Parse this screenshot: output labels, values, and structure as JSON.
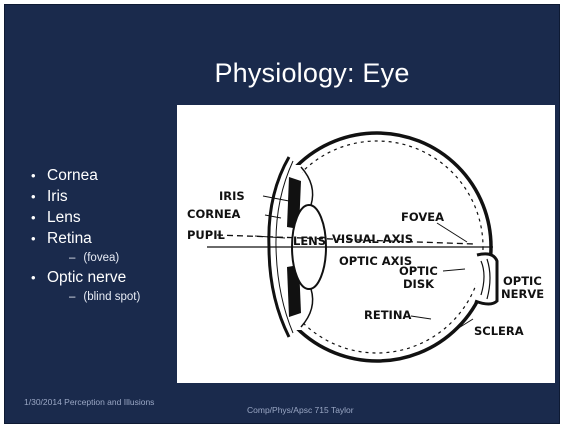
{
  "slide": {
    "title": "Physiology: Eye",
    "bullets": [
      {
        "text": "Cornea",
        "sub": []
      },
      {
        "text": "Iris",
        "sub": []
      },
      {
        "text": "Lens",
        "sub": []
      },
      {
        "text": "Retina",
        "sub": [
          "(fovea)"
        ]
      },
      {
        "text": "Optic nerve",
        "sub": [
          "(blind spot)"
        ]
      }
    ],
    "bullet_glyph": "•",
    "sub_glyph": "–",
    "footer_left": "1/30/2014 Perception and Illusions",
    "footer_center": "Comp/Phys/Apsc  715 Taylor"
  },
  "figure": {
    "labels": {
      "iris": "IRIS",
      "cornea": "CORNEA",
      "pupil": "PUPIL",
      "lens": "LENS",
      "visual_axis": "VISUAL AXIS",
      "fovea": "FOVEA",
      "optic_axis": "OPTIC AXIS",
      "optic_disk_1": "OPTIC",
      "optic_disk_2": "DISK",
      "optic_nerve_1": "OPTIC",
      "optic_nerve_2": "NERVE",
      "retina": "RETINA",
      "sclera": "SCLERA"
    }
  },
  "colors": {
    "background": "#1a2a4c",
    "text": "#ffffff",
    "footer": "#9aa7c4"
  }
}
